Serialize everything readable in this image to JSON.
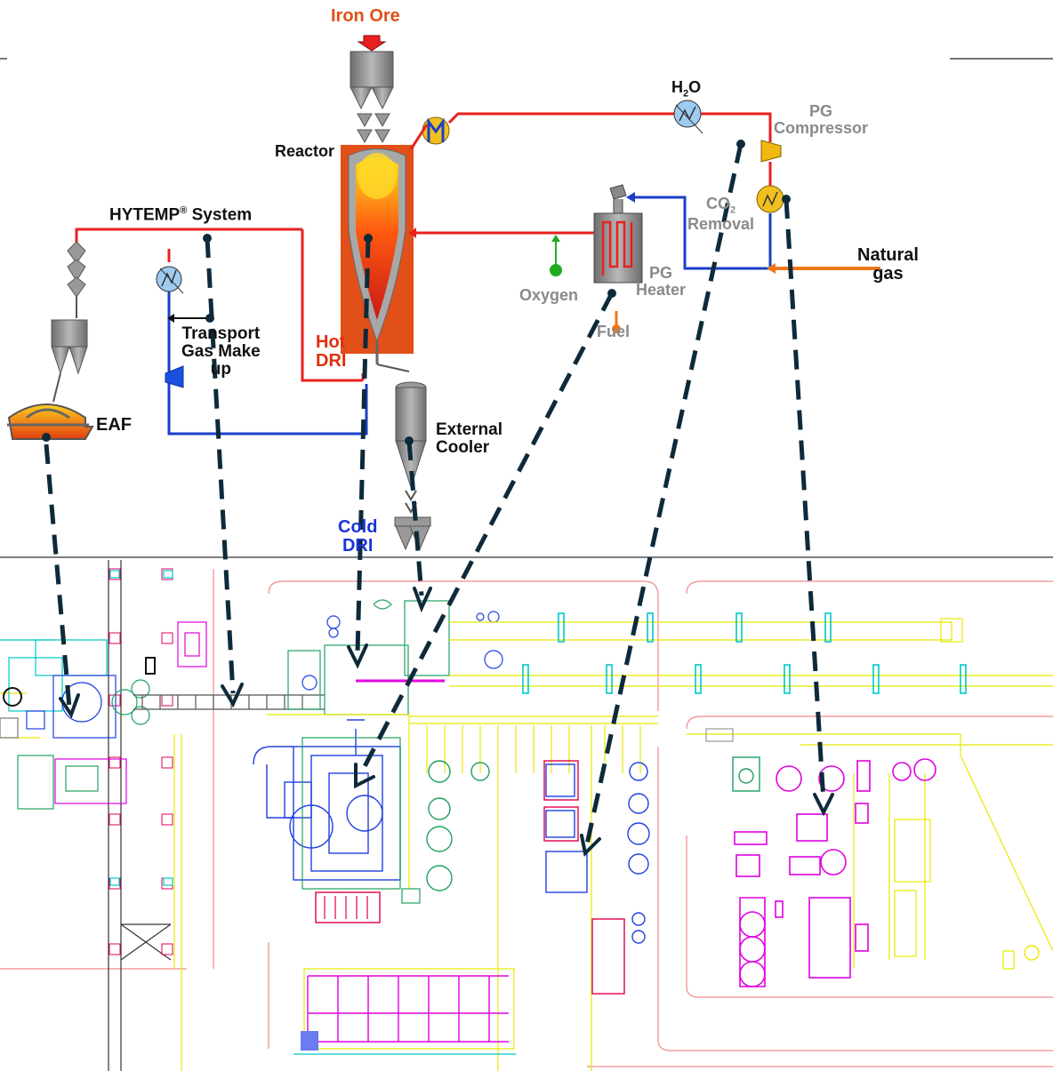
{
  "labels": {
    "iron_ore": "Iron Ore",
    "reactor": "Reactor",
    "h2o_main": "H",
    "h2o_sub": "2",
    "h2o_tail": "O",
    "pg_compressor": "PG\nCompressor",
    "co2_main": "CO",
    "co2_sub": "2",
    "co2_tail": "Removal",
    "hytemp_main": "HYTEMP",
    "hytemp_sup": "®",
    "hytemp_tail": " System",
    "natural_gas": "Natural\ngas",
    "oxygen": "Oxygen",
    "pg_heater": "PG\nHeater",
    "fuel": "Fuel",
    "transport_gas": "Transport\nGas Make\nup",
    "hot_dri": "Hot\nDRI",
    "eaf": "EAF",
    "external_cooler": "External\nCooler",
    "cold_dri": "Cold\nDRI"
  },
  "colors": {
    "hot_gas": "#e82020",
    "process_gas": "#1a3fc8",
    "natural_gas": "#f07818",
    "oxygen": "#22aa22",
    "arrow": "#0e2a3a",
    "reactor_body": "#e05018",
    "plan_yellow": "#e8e800",
    "plan_magenta": "#e000e0",
    "plan_cyan": "#00c8c8",
    "plan_blue": "#2040e0",
    "plan_green": "#20a060"
  },
  "icons": [
    "heat-exchanger-icon",
    "compressor-icon",
    "motor-icon",
    "hopper-icon",
    "furnace-icon",
    "gas-heater-icon"
  ]
}
